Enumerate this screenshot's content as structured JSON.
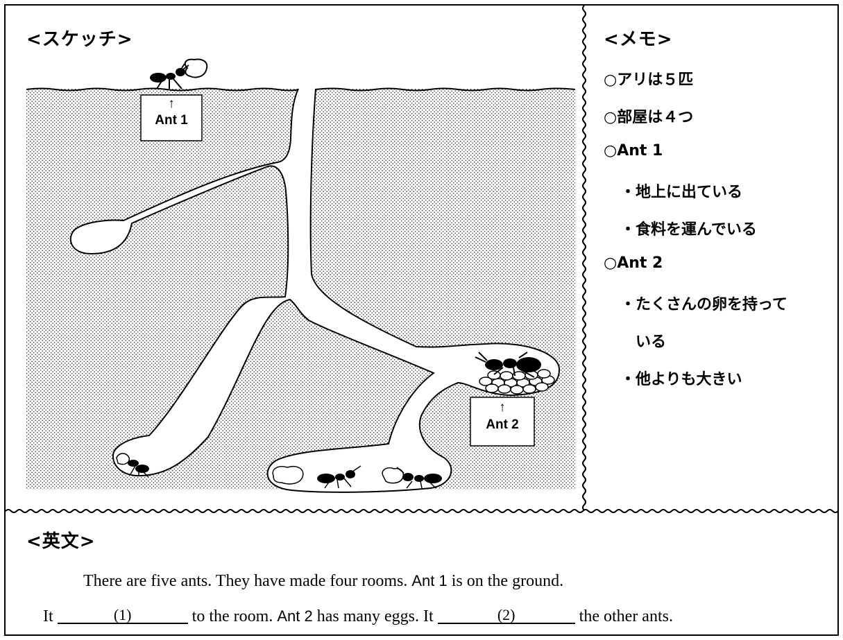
{
  "sketch": {
    "title": "<スケッチ>",
    "ant1_label": "Ant 1",
    "ant2_label": "Ant 2",
    "arrow": "↑"
  },
  "memo": {
    "title": "<メモ>",
    "lines": [
      "○アリは５匹",
      "○部屋は４つ",
      "○Ant 1",
      "・地上に出ている",
      "・食料を運んでいる",
      "○Ant 2",
      "・たくさんの卵を持って",
      "いる",
      "・他よりも大きい"
    ]
  },
  "english": {
    "title": "<英文>",
    "line1_serif_a": "There are five ants.  They have made four rooms.",
    "line1_sans": "Ant 1",
    "line1_serif_b": "is on the ground.",
    "line2_it_a": "It",
    "blank1": "(1)",
    "line2_text_a": "to the room.",
    "line2_sans": "Ant 2",
    "line2_text_b": "has many eggs.  It",
    "blank2": "(2)",
    "line2_text_c": "the other ants."
  }
}
